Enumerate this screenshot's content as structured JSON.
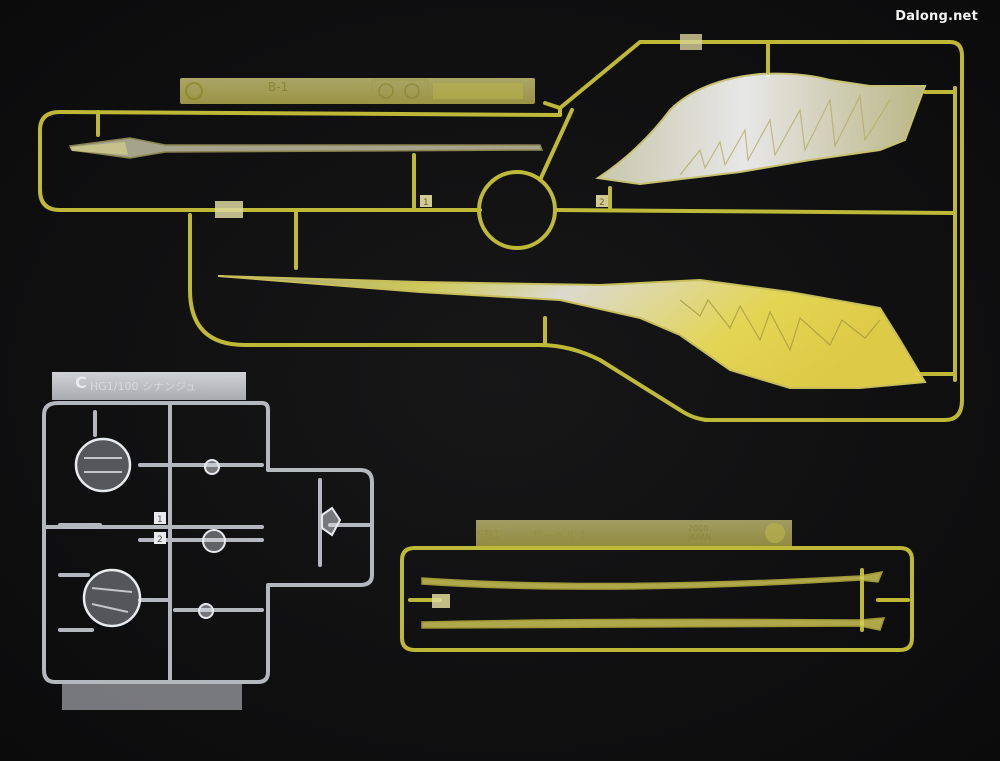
{
  "watermark": "Dalong.net",
  "runner_b": {
    "label": "B-1"
  },
  "runner_c": {
    "letter": "C",
    "label": "HG1/100 シナンジュ",
    "gate_numbers": [
      "1",
      "2"
    ]
  },
  "runner_b_gate_numbers": [
    "1",
    "2"
  ],
  "runner_sb": {
    "label": "SB1",
    "name": "サーベル 1",
    "year": "2008",
    "country": "JAPAN"
  },
  "colors": {
    "background": "#0f0f10",
    "yellow_runner": "#c9c23a",
    "clear_runner": "#cfd2d8"
  }
}
